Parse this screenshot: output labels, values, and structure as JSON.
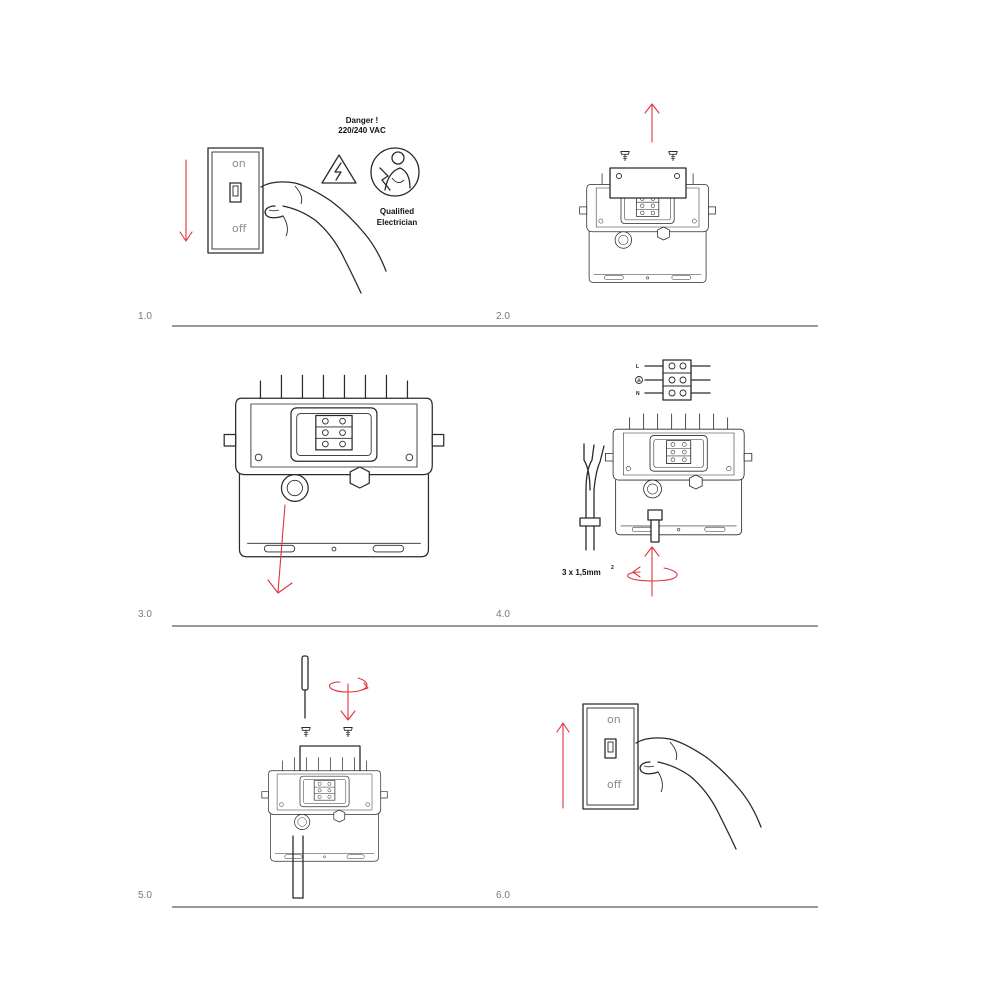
{
  "steps": [
    {
      "num": "1.0",
      "switch_on": "on",
      "switch_off": "off"
    },
    {
      "num": "2.0"
    },
    {
      "num": "3.0"
    },
    {
      "num": "4.0"
    },
    {
      "num": "5.0"
    },
    {
      "num": "6.0",
      "switch_on": "on",
      "switch_off": "off"
    }
  ],
  "warning": {
    "line1": "Danger !",
    "line2": "220/240 VAC",
    "qualified1": "Qualified",
    "qualified2": "Electrician"
  },
  "wiring": {
    "label_l": "L",
    "label_n": "N",
    "cable_spec": "3 x 1,5mm",
    "cable_sup": "2"
  },
  "colors": {
    "accent": "#e1333c",
    "line": "#2a2a2a"
  },
  "icons": [
    "lightning-warning-icon",
    "electrician-icon",
    "earth-icon"
  ]
}
